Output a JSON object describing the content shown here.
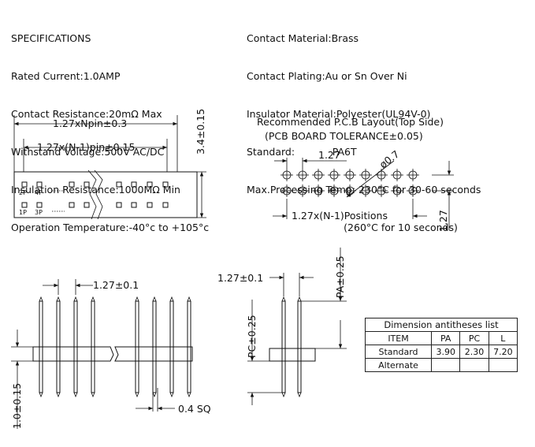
{
  "specifications": {
    "heading": "SPECIFICATIONS",
    "left_lines": [
      "Rated Current:1.0AMP",
      "Contact Resistance:20mΩ Max",
      "Withstand Voltage:500V AC/DC",
      "Insulation Resistance:1000MΩ Min",
      "Operation Temperature:-40°c to +105°c"
    ],
    "right_lines": [
      "Contact Material:Brass",
      "Contact Plating:Au or Sn Over Ni",
      "Insulator Material:Polyester(UL94V-0)",
      "Standard:            PA6T",
      "Max.Processing Temp: 230°C for 30-60 seconds",
      "                               (260°C for 10 seconds)"
    ]
  },
  "top_view": {
    "dim_total": "1.27xNpin±0.3",
    "dim_pitch": "1.27x(N-1)pin±0.15",
    "dim_height": "3.4±0.15",
    "pin_labels": [
      "2P",
      "4P",
      "1P",
      "3P"
    ]
  },
  "pcb_layout": {
    "title": "Recommended P.C.B Layout(Top Side)",
    "tolerance": "(PCB BOARD TOLERANCE±0.05)",
    "dim_pitch": "1.27",
    "dim_hole": "ø0.7",
    "dim_positions": "1.27x(N-1)Positions",
    "dim_row": "1.27"
  },
  "front_view": {
    "dim_pitch": "1.27±0.1",
    "dim_body": "1.0±0.15",
    "dim_pin": "0.4 SQ"
  },
  "side_view": {
    "dim_pitch": "1.27±0.1",
    "dim_pa": "PA±0.25",
    "dim_pc": "PC±0.25"
  },
  "dimension_table": {
    "title": "Dimension antitheses list",
    "columns": [
      "ITEM",
      "PA",
      "PC",
      "L"
    ],
    "rows": [
      [
        "Standard",
        "3.90",
        "2.30",
        "7.20"
      ],
      [
        "Alternate",
        "",
        "",
        ""
      ]
    ]
  }
}
